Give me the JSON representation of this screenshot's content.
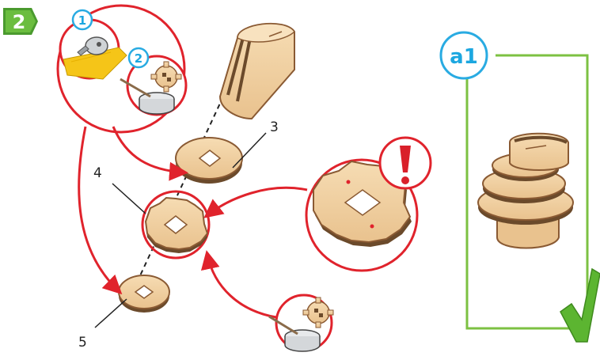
{
  "step": {
    "number": "2"
  },
  "substeps": [
    {
      "number": "1",
      "icon": "glue-tube-on-sandpaper-icon"
    },
    {
      "number": "2",
      "icon": "gear-dipped-in-glue-icon"
    }
  ],
  "callouts": [
    "3",
    "4",
    "5"
  ],
  "warning": {
    "icon": "exclamation-icon"
  },
  "result": {
    "badge": "a1",
    "check_icon": "checkmark-icon"
  },
  "colors": {
    "step_badge": "#4a9a2e",
    "arrow": "#e0232c",
    "badge_border": "#29abe2",
    "frame": "#7cc142",
    "wood": "#f2d3a6",
    "wood_edge": "#8a5a33"
  }
}
